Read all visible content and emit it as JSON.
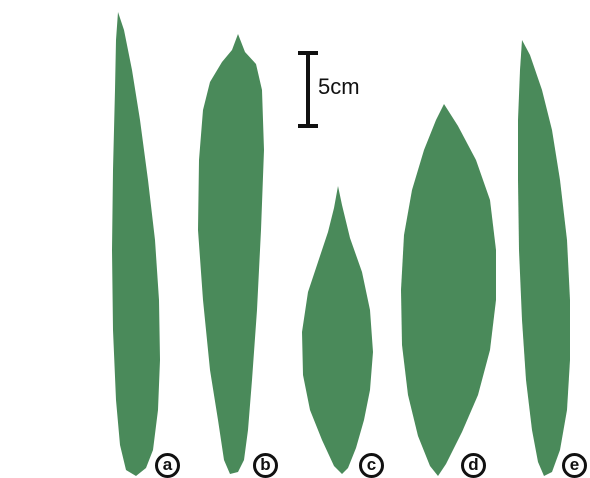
{
  "scale_bar": {
    "label": "5cm"
  },
  "leaves": [
    {
      "id": "a",
      "label": "a"
    },
    {
      "id": "b",
      "label": "b"
    },
    {
      "id": "c",
      "label": "c"
    },
    {
      "id": "d",
      "label": "d"
    },
    {
      "id": "e",
      "label": "e"
    }
  ],
  "colors": {
    "leaf": "#4a8a5a",
    "scale_bar": "#111111",
    "background": "#ffffff"
  }
}
